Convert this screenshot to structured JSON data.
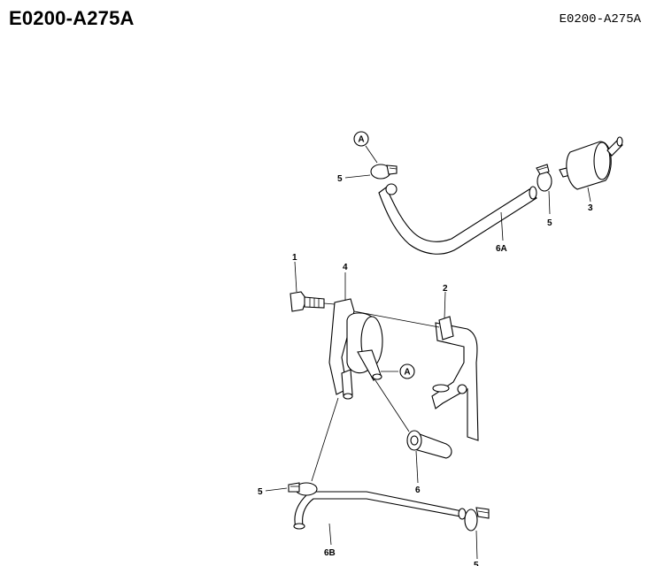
{
  "header": {
    "code_left": "E0200-A275A",
    "code_right": "E0200-A275A"
  },
  "callouts": {
    "ref_a_top": "A",
    "ref_a_pump": "A",
    "clamp_top_left": "5",
    "clamp_top_right": "5",
    "fuel_filter": "3",
    "hose_6a": "6A",
    "bolt": "1",
    "fuel_pump": "4",
    "bracket": "2",
    "hose_6": "6",
    "clamp_bottom_left": "5",
    "hose_6b": "6B",
    "clamp_bottom_right": "5"
  }
}
